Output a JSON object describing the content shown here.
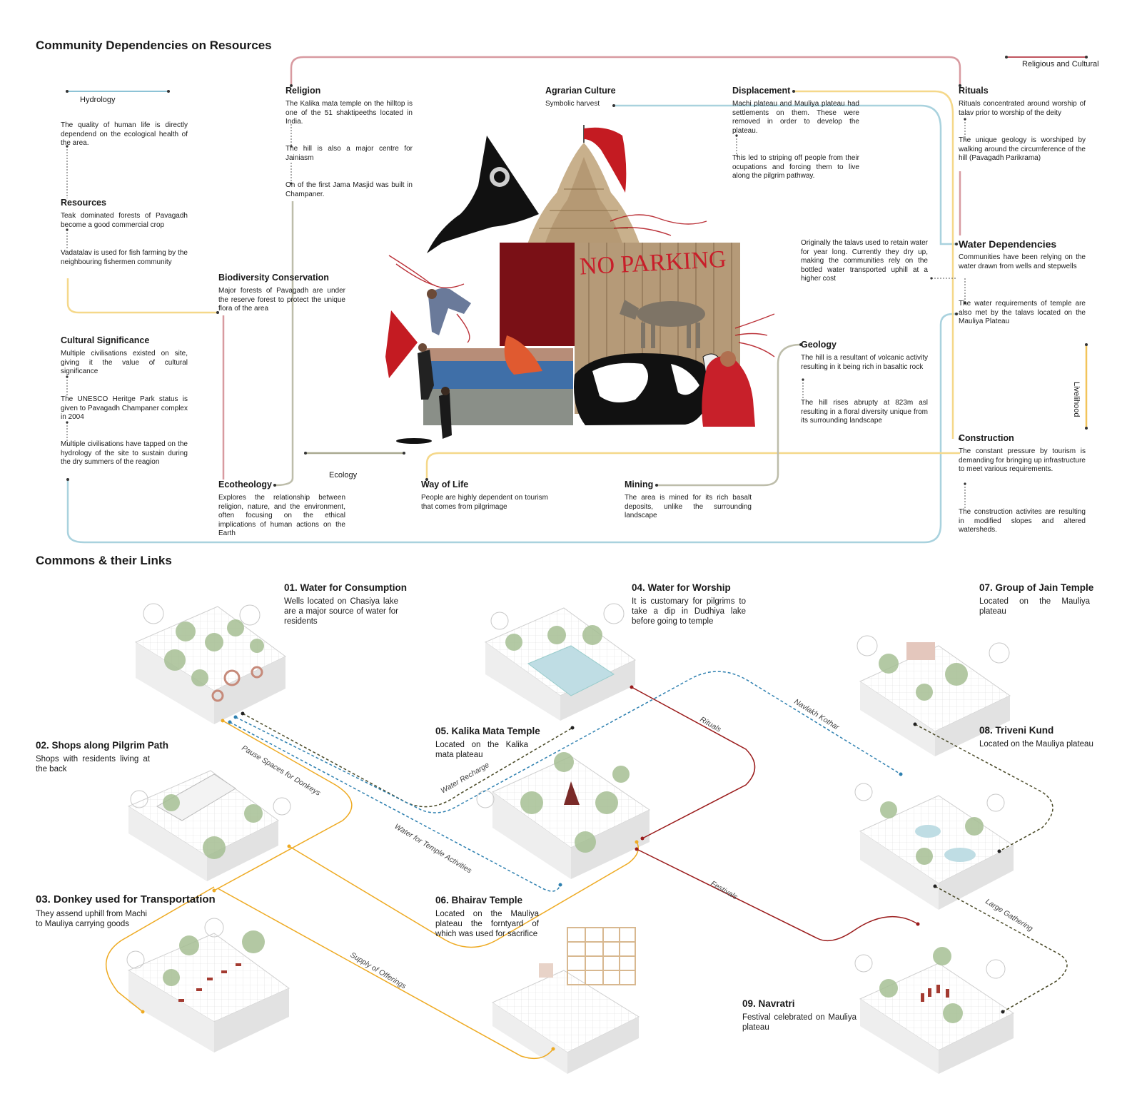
{
  "header": {
    "title": "Community Dependencies on Resources"
  },
  "legend": {
    "religious": "Religious and Cultural",
    "hydrology": "Hydrology",
    "livelihood": "Livelihood",
    "ecology": "Ecology"
  },
  "top": {
    "hydro_text": "The quality of human life is directly dependend on the ecological health of the area.",
    "resources": {
      "title": "Resources",
      "p1": "Teak dominated forests of Pavagadh become a good commercial crop",
      "p2": "Vadatalav is used for fish farming by the neighbouring fishermen community"
    },
    "cultural": {
      "title": "Cultural Significance",
      "p1": "Multiple civilisations existed on site, giving it the value of cultural significance",
      "p2": "The UNESCO Heritge Park status is given to Pavagadh Champaner complex in 2004",
      "p3": "Multiple civilisations have tapped on the hydrology of the site to sustain during  the dry summers of the reagion"
    },
    "religion": {
      "title": "Religion",
      "p1": "The Kalika mata temple on the hilltop is one of the 51 shaktipeeths located in India.",
      "p2": "The hill is also a major centre for Jainiasm",
      "p3": "On of the first Jama Masjid was built in Champaner."
    },
    "biodiversity": {
      "title": "Biodiversity Conservation",
      "p1": "Major forests of Pavagadh are under the reserve forest to protect the unique flora of the area"
    },
    "ecotheology": {
      "title": "Ecotheology",
      "p1": "Explores the relationship between religion, nature, and the environment, often focusing on the ethical implications of human actions on the Earth"
    },
    "agrarian": {
      "title": "Agrarian Culture",
      "p1": "Symbolic harvest"
    },
    "displacement": {
      "title": "Displacement",
      "p1": "Machi plateau and Mauliya plateau had settlements on them. These were removed in order to develop the plateau.",
      "p2": "This led to striping off people from their ocupations and forcing them to live along the pilgrim pathway."
    },
    "rituals": {
      "title": "Rituals",
      "p1": "Rituals concentrated around worship of talav prior to worship of the deity",
      "p2": "The unique geology is worshiped by walking around the circumference of the hill (Pavagadh Parikrama)"
    },
    "water_dep": {
      "title": "Water Dependencies",
      "p1": "Communities have been relying on the water drawn from wells and stepwells",
      "p2": "The water requirements of temple are also met by the talavs located on the Mauliya Plateau"
    },
    "talavs": "Originally the talavs used to retain water for year long. Currently they dry up, making the communities rely on the bottled water transported uphill at a higher cost",
    "geology": {
      "title": "Geology",
      "p1": "The hill is a resultant of volcanic activity resulting in it being rich in basaltic rock",
      "p2": "The hill rises abrupty at 823m asl resulting in a floral diversity unique from its surrounding landscape"
    },
    "construction": {
      "title": "Construction",
      "p1": "The constant pressure by tourism is demanding for bringing up infrastructure to meet various requirements.",
      "p2": "The construction activites are resulting in modified slopes and altered watersheds."
    },
    "wayoflife": {
      "title": "Way of Life",
      "p1": "People are highly dependent on tourism that comes from pilgrimage"
    },
    "mining": {
      "title": "Mining",
      "p1": "The area is mined for its rich basalt deposits, unlike the surrounding landscape"
    },
    "collage": {
      "sign": "NO PARKING"
    }
  },
  "commons": {
    "title": "Commons & their Links",
    "items": [
      {
        "title": "01. Water for Consumption",
        "text": "Wells located on Chasiya lake are a major source of water for residents"
      },
      {
        "title": "02. Shops along Pilgrim Path",
        "text": "Shops with residents living at the back"
      },
      {
        "title": "03. Donkey used for Transportation",
        "text": "They assend uphill from Machi to Mauliya carrying goods"
      },
      {
        "title": "04. Water for Worship",
        "text": "It is customary for pilgrims to take a dip in Dudhiya lake before going to temple"
      },
      {
        "title": "05. Kalika Mata Temple",
        "text": "Located on the Kalika mata plateau"
      },
      {
        "title": "06. Bhairav Temple",
        "text": "Located on the Mauliya plateau the forntyard of which was used for sacrifice"
      },
      {
        "title": "07. Group of Jain Temple",
        "text": "Located on the Mauliya plateau"
      },
      {
        "title": "08. Triveni Kund",
        "text": "Located on the Mauliya plateau"
      },
      {
        "title": "09. Navratri",
        "text": "Festival celebrated on Mauliya plateau"
      }
    ],
    "links": {
      "pause": "Pause Spaces for Donkeys",
      "recharge": "Water Recharge",
      "temple_water": "Water for Temple Activities",
      "rituals": "Rituals",
      "navlakh": "Navlakh Kothar",
      "festivals": "Festivals",
      "gathering": "Large Gathering",
      "offerings": "Supply of Offerings"
    }
  },
  "colors": {
    "red": "#c0555f",
    "blue": "#8dc3d6",
    "yellow": "#f2c45a",
    "olive": "#a9a990",
    "orange": "#eeaa22",
    "darkred": "#9a1a1a",
    "navy": "#2e80b0",
    "darkolive": "#4a4a28"
  }
}
